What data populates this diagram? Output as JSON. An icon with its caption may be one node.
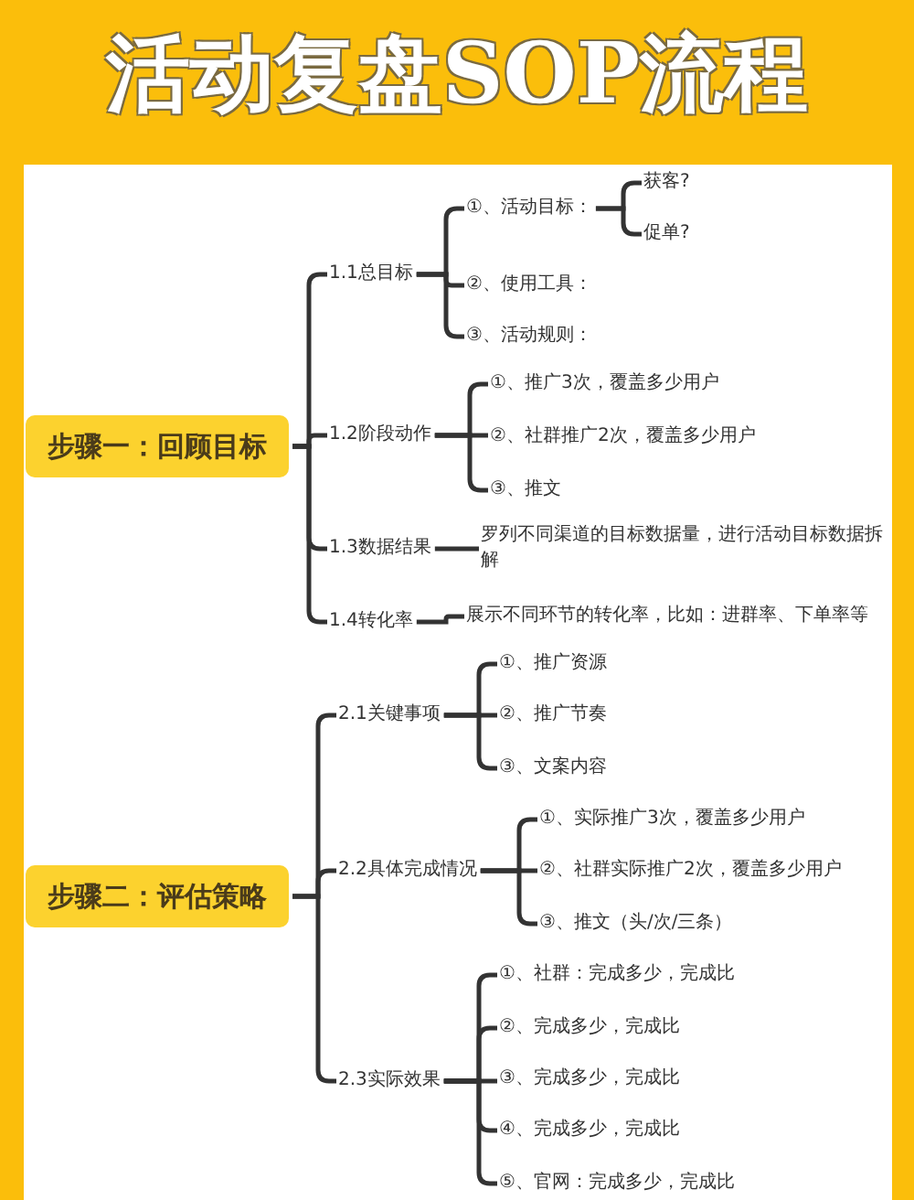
{
  "diagram": {
    "title": "活动复盘SOP流程",
    "nodes": [
      {
        "text": [
          "步骤一：回顾目标"
        ]
      },
      {
        "text": [
          "1.1总目标"
        ]
      },
      {
        "text": [
          "①、活动目标："
        ]
      },
      {
        "text": [
          "获客?"
        ]
      },
      {
        "text": [
          "促单?"
        ]
      },
      {
        "text": [
          "②、使用工具："
        ]
      },
      {
        "text": [
          "③、活动规则："
        ]
      },
      {
        "text": [
          "1.2阶段动作"
        ]
      },
      {
        "text": [
          "①、推广3次，覆盖多少用户"
        ]
      },
      {
        "text": [
          "②、社群推广2次，覆盖多少用户"
        ]
      },
      {
        "text": [
          "③、推文"
        ]
      },
      {
        "text": [
          "1.3数据结果"
        ]
      },
      {
        "text": [
          "罗列不同渠道的目标数据量，进行活动目标数据拆解"
        ]
      },
      {
        "text": [
          "1.4转化率"
        ]
      },
      {
        "text": [
          "展示不同环节的转化率，比如：进群率、下单率等"
        ]
      },
      {
        "text": [
          "步骤二：评估策略"
        ]
      },
      {
        "text": [
          "2.1关键事项"
        ]
      },
      {
        "text": [
          "①、推广资源"
        ]
      },
      {
        "text": [
          "②、推广节奏"
        ]
      },
      {
        "text": [
          "③、文案内容"
        ]
      },
      {
        "text": [
          "2.2具体完成情况"
        ]
      },
      {
        "text": [
          "①、实际推广3次，覆盖多少用户"
        ]
      },
      {
        "text": [
          "②、社群实际推广2次，覆盖多少用户"
        ]
      },
      {
        "text": [
          "③、推文（头/次/三条）"
        ]
      },
      {
        "text": [
          "2.3实际效果"
        ]
      },
      {
        "text": [
          "①、社群：完成多少，完成比"
        ]
      },
      {
        "text": [
          "②、完成多少，完成比"
        ]
      },
      {
        "text": [
          "③、完成多少，完成比"
        ]
      },
      {
        "text": [
          "④、完成多少，完成比"
        ]
      },
      {
        "text": [
          "⑤、官网：完成多少，完成比"
        ]
      }
    ],
    "edges": [
      {
        "from": 0,
        "to": 1,
        "arrow": "none"
      },
      {
        "from": 1,
        "to": 2,
        "arrow": "none"
      },
      {
        "from": 2,
        "to": 3,
        "arrow": "none"
      },
      {
        "from": 2,
        "to": 4,
        "arrow": "none"
      },
      {
        "from": 1,
        "to": 5,
        "arrow": "none"
      },
      {
        "from": 1,
        "to": 6,
        "arrow": "none"
      },
      {
        "from": 0,
        "to": 7,
        "arrow": "none"
      },
      {
        "from": 7,
        "to": 8,
        "arrow": "none"
      },
      {
        "from": 7,
        "to": 9,
        "arrow": "none"
      },
      {
        "from": 7,
        "to": 10,
        "arrow": "none"
      },
      {
        "from": 0,
        "to": 11,
        "arrow": "none"
      },
      {
        "from": 11,
        "to": 12,
        "arrow": "none"
      },
      {
        "from": 0,
        "to": 13,
        "arrow": "none"
      },
      {
        "from": 13,
        "to": 14,
        "arrow": "none"
      },
      {
        "from": 15,
        "to": 16,
        "arrow": "none"
      },
      {
        "from": 16,
        "to": 17,
        "arrow": "none"
      },
      {
        "from": 16,
        "to": 18,
        "arrow": "none"
      },
      {
        "from": 16,
        "to": 19,
        "arrow": "none"
      },
      {
        "from": 15,
        "to": 20,
        "arrow": "none"
      },
      {
        "from": 20,
        "to": 21,
        "arrow": "none"
      },
      {
        "from": 20,
        "to": 22,
        "arrow": "none"
      },
      {
        "from": 20,
        "to": 23,
        "arrow": "none"
      },
      {
        "from": 15,
        "to": 24,
        "arrow": "none"
      },
      {
        "from": 24,
        "to": 25,
        "arrow": "none"
      },
      {
        "from": 24,
        "to": 26,
        "arrow": "none"
      },
      {
        "from": 24,
        "to": 27,
        "arrow": "none"
      },
      {
        "from": 24,
        "to": 28,
        "arrow": "none"
      },
      {
        "from": 24,
        "to": 29,
        "arrow": "none"
      }
    ]
  }
}
